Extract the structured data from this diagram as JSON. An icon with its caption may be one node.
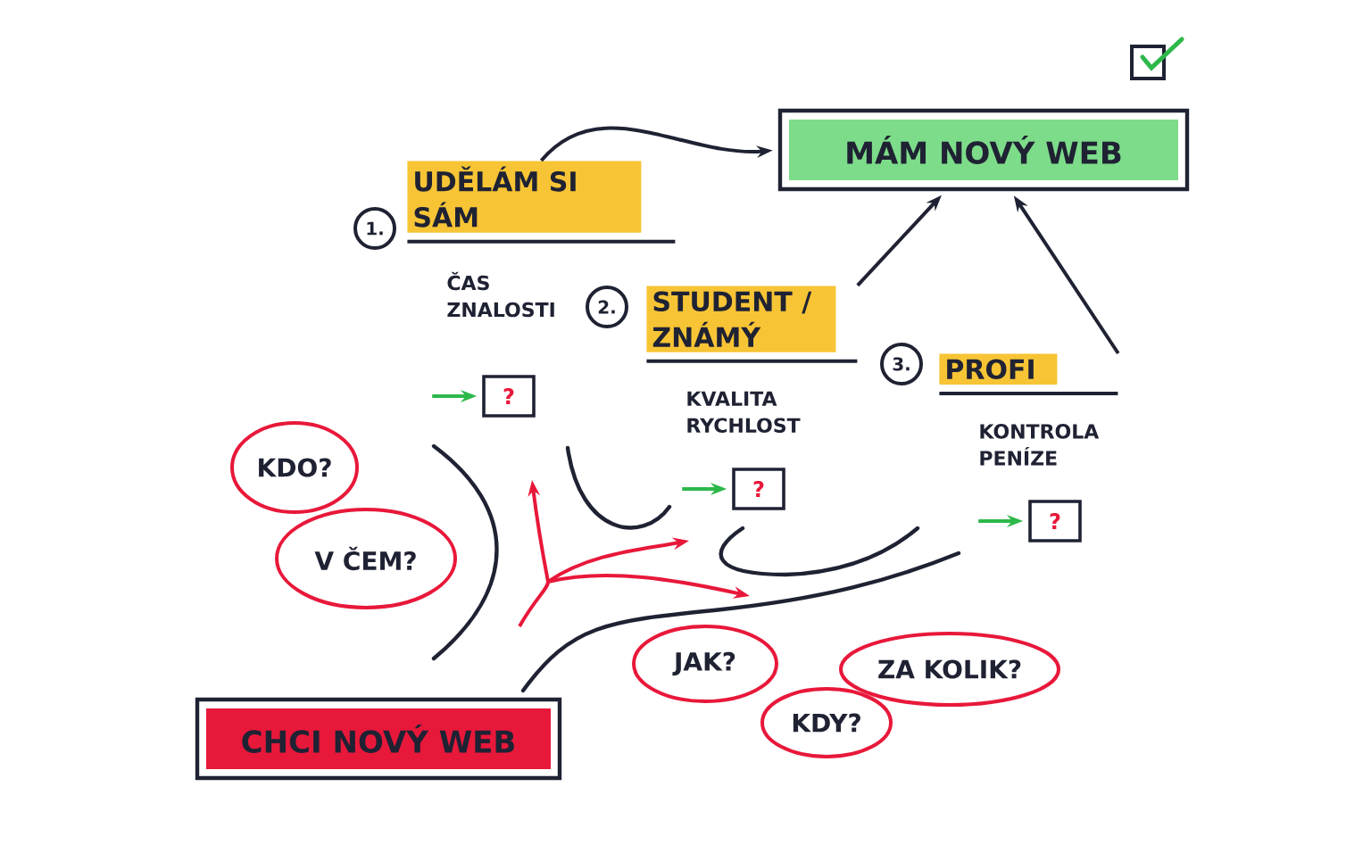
{
  "diagram": {
    "nodes": [
      {
        "text": [
          "MÁM NOVÝ WEB"
        ]
      },
      {
        "text": [
          "UDĚLÁM SI SÁM",
          "ČAS ZNALOSTI"
        ],
        "beside": [
          "1."
        ]
      },
      {
        "text": [
          "STUDENT / ZNÁMÝ",
          "KVALITA RYCHLOST"
        ],
        "beside": [
          "2."
        ]
      },
      {
        "text": [
          "PROFI",
          "KONTROLA PENÍZE"
        ],
        "beside": [
          "3."
        ]
      },
      {
        "text": [
          "CHCI NOVÝ WEB"
        ]
      },
      {
        "text": [
          "KDO?"
        ]
      },
      {
        "text": [
          "V ČEM?"
        ]
      },
      {
        "text": [
          "JAK?"
        ]
      },
      {
        "text": [
          "ZA KOLIK?"
        ]
      },
      {
        "text": [
          "KDY?"
        ]
      },
      {
        "text": [
          "?"
        ]
      },
      {
        "text": [
          "?"
        ]
      },
      {
        "text": [
          "?"
        ]
      }
    ],
    "edges": [
      {
        "from": 1,
        "to": 0,
        "arrow": "to"
      },
      {
        "from": 2,
        "to": 0,
        "arrow": "to"
      },
      {
        "from": 3,
        "to": 0,
        "arrow": "to"
      },
      {
        "from": null,
        "to": 10,
        "arrow": "to",
        "color": "#2db84a"
      },
      {
        "from": null,
        "to": 11,
        "arrow": "to",
        "color": "#2db84a"
      },
      {
        "from": null,
        "to": 12,
        "arrow": "to",
        "color": "#2db84a"
      }
    ]
  }
}
